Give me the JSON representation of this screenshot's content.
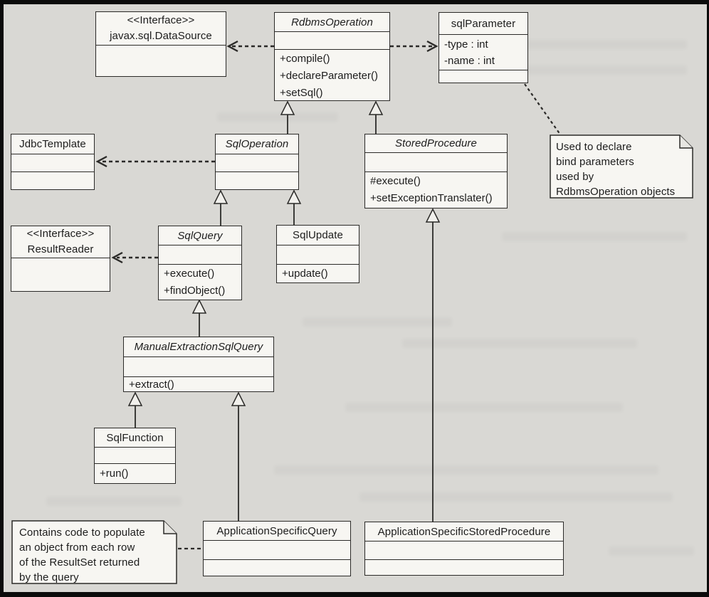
{
  "diagram": {
    "title": "Spring JDBC RdbmsOperation UML class diagram",
    "background_color": "#d9d8d4",
    "box_fill_color": "#f7f6f2",
    "line_color": "#2b2a28"
  },
  "classes": {
    "datasource": {
      "stereotype": "<<Interface>>",
      "name": "javax.sql.DataSource"
    },
    "rdbms": {
      "name": "RdbmsOperation",
      "methods": [
        "+compile()",
        "+declareParameter()",
        "+setSql()"
      ]
    },
    "sqlparameter": {
      "name": "sqlParameter",
      "attributes": [
        "-type : int",
        "-name : int"
      ]
    },
    "jdbctemplate": {
      "name": "JdbcTemplate"
    },
    "sqloperation": {
      "name": "SqlOperation"
    },
    "storedprocedure": {
      "name": "StoredProcedure",
      "methods": [
        "#execute()",
        "+setExceptionTranslater()"
      ]
    },
    "resultreader": {
      "stereotype": "<<Interface>>",
      "name": "ResultReader"
    },
    "sqlquery": {
      "name": "SqlQuery",
      "methods": [
        "+execute()",
        "+findObject()"
      ]
    },
    "sqlupdate": {
      "name": "SqlUpdate",
      "methods": [
        "+update()"
      ]
    },
    "mesq": {
      "name": "ManualExtractionSqlQuery",
      "methods": [
        "+extract()"
      ]
    },
    "sqlfunction": {
      "name": "SqlFunction",
      "methods": [
        "+run()"
      ]
    },
    "asq": {
      "name": "ApplicationSpecificQuery"
    },
    "assp": {
      "name": "ApplicationSpecificStoredProcedure"
    }
  },
  "notes": {
    "sqlparameter_note": "Used to declare\nbind parameters\nused by\nRdbmsOperation objects",
    "resultreader_note": "Contains code to populate\nan object from each row\nof the ResultSet returned\nby the query"
  }
}
